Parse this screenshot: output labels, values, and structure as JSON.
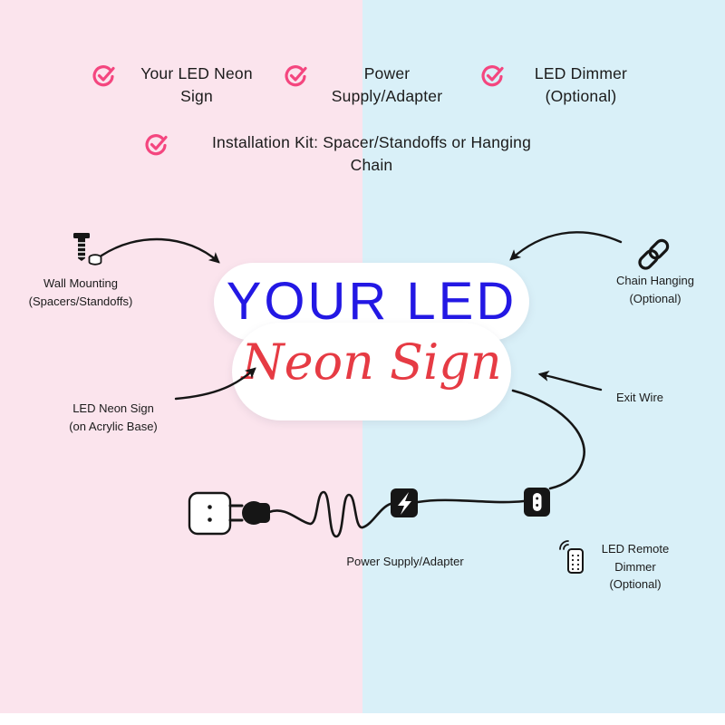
{
  "colors": {
    "pink_bg": "#fbe4ed",
    "blue_bg": "#d9f0f8",
    "check_pink": "#f4467f",
    "led_blue": "#2318e4",
    "neon_red": "#e63b44"
  },
  "checklist": {
    "items": [
      {
        "label": "Your LED Neon\nSign"
      },
      {
        "label": "Power\nSupply/Adapter"
      },
      {
        "label": "LED Dimmer\n(Optional)"
      },
      {
        "label": "Installation Kit: Spacer/Standoffs or Hanging\nChain"
      }
    ]
  },
  "sign": {
    "line1": "YOUR LED",
    "line2": "Neon Sign"
  },
  "callouts": {
    "wall_mounting": "Wall Mounting\n(Spacers/Standoffs)",
    "chain_hanging": "Chain Hanging\n(Optional)",
    "led_neon_sign": "LED Neon Sign\n(on Acrylic Base)",
    "exit_wire": "Exit Wire",
    "power_supply": "Power Supply/Adapter",
    "remote_dimmer": "LED Remote\nDimmer\n(Optional)"
  }
}
